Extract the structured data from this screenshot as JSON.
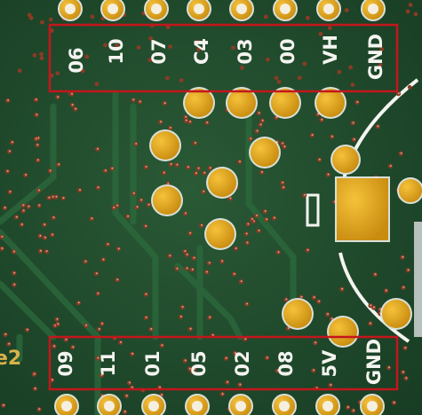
{
  "board": {
    "colors": {
      "solder_mask": "#1f4a2c",
      "pad_gold": "#e2a51c",
      "highlight_box": "#c4161c",
      "silkscreen": "#f4f4f0"
    },
    "top_header": {
      "pins": [
        "06",
        "10",
        "07",
        "C4",
        "03",
        "00",
        "VH",
        "GND"
      ]
    },
    "bottom_header": {
      "pins": [
        "09",
        "11",
        "01",
        "05",
        "02",
        "08",
        "5V",
        "GND"
      ]
    },
    "edge_text": "e2"
  }
}
